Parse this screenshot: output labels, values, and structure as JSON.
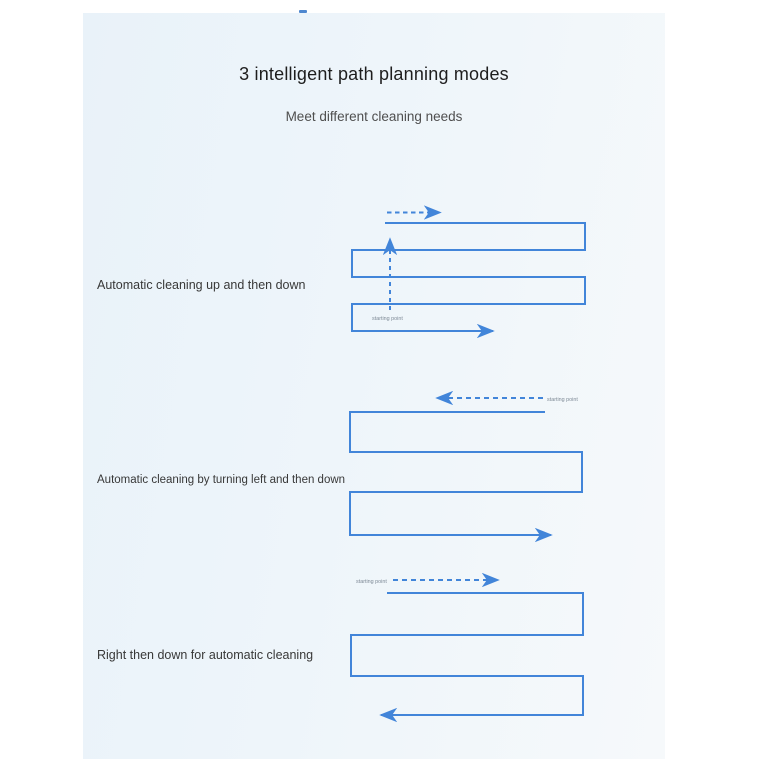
{
  "page": {
    "title": "3 intelligent path planning modes",
    "subtitle": "Meet different cleaning needs"
  },
  "modes": [
    {
      "label": "Automatic cleaning up and then down",
      "starting_point_label": "starting point",
      "path_description": "serpentine path, entry arrow upward from starting point, exit arrow right at bottom"
    },
    {
      "label": "Automatic cleaning by turning left and then down",
      "starting_point_label": "starting point",
      "path_description": "entry dashed arrow leftward from starting point at top right, serpentine down, exit arrow right at bottom"
    },
    {
      "label": "Right then down for automatic cleaning",
      "starting_point_label": "starting point",
      "path_description": "entry dashed arrow rightward from starting point at top left, serpentine down, exit arrow left at bottom"
    }
  ],
  "colors": {
    "path_blue": "#4285d9",
    "panel_background_left": "#e9f2f9",
    "panel_background_right": "#f6f9fb",
    "title_text": "#1e1e1e",
    "subtitle_text": "#4f4f4f",
    "label_text": "#383838",
    "starting_point_text": "#7e8a96"
  }
}
